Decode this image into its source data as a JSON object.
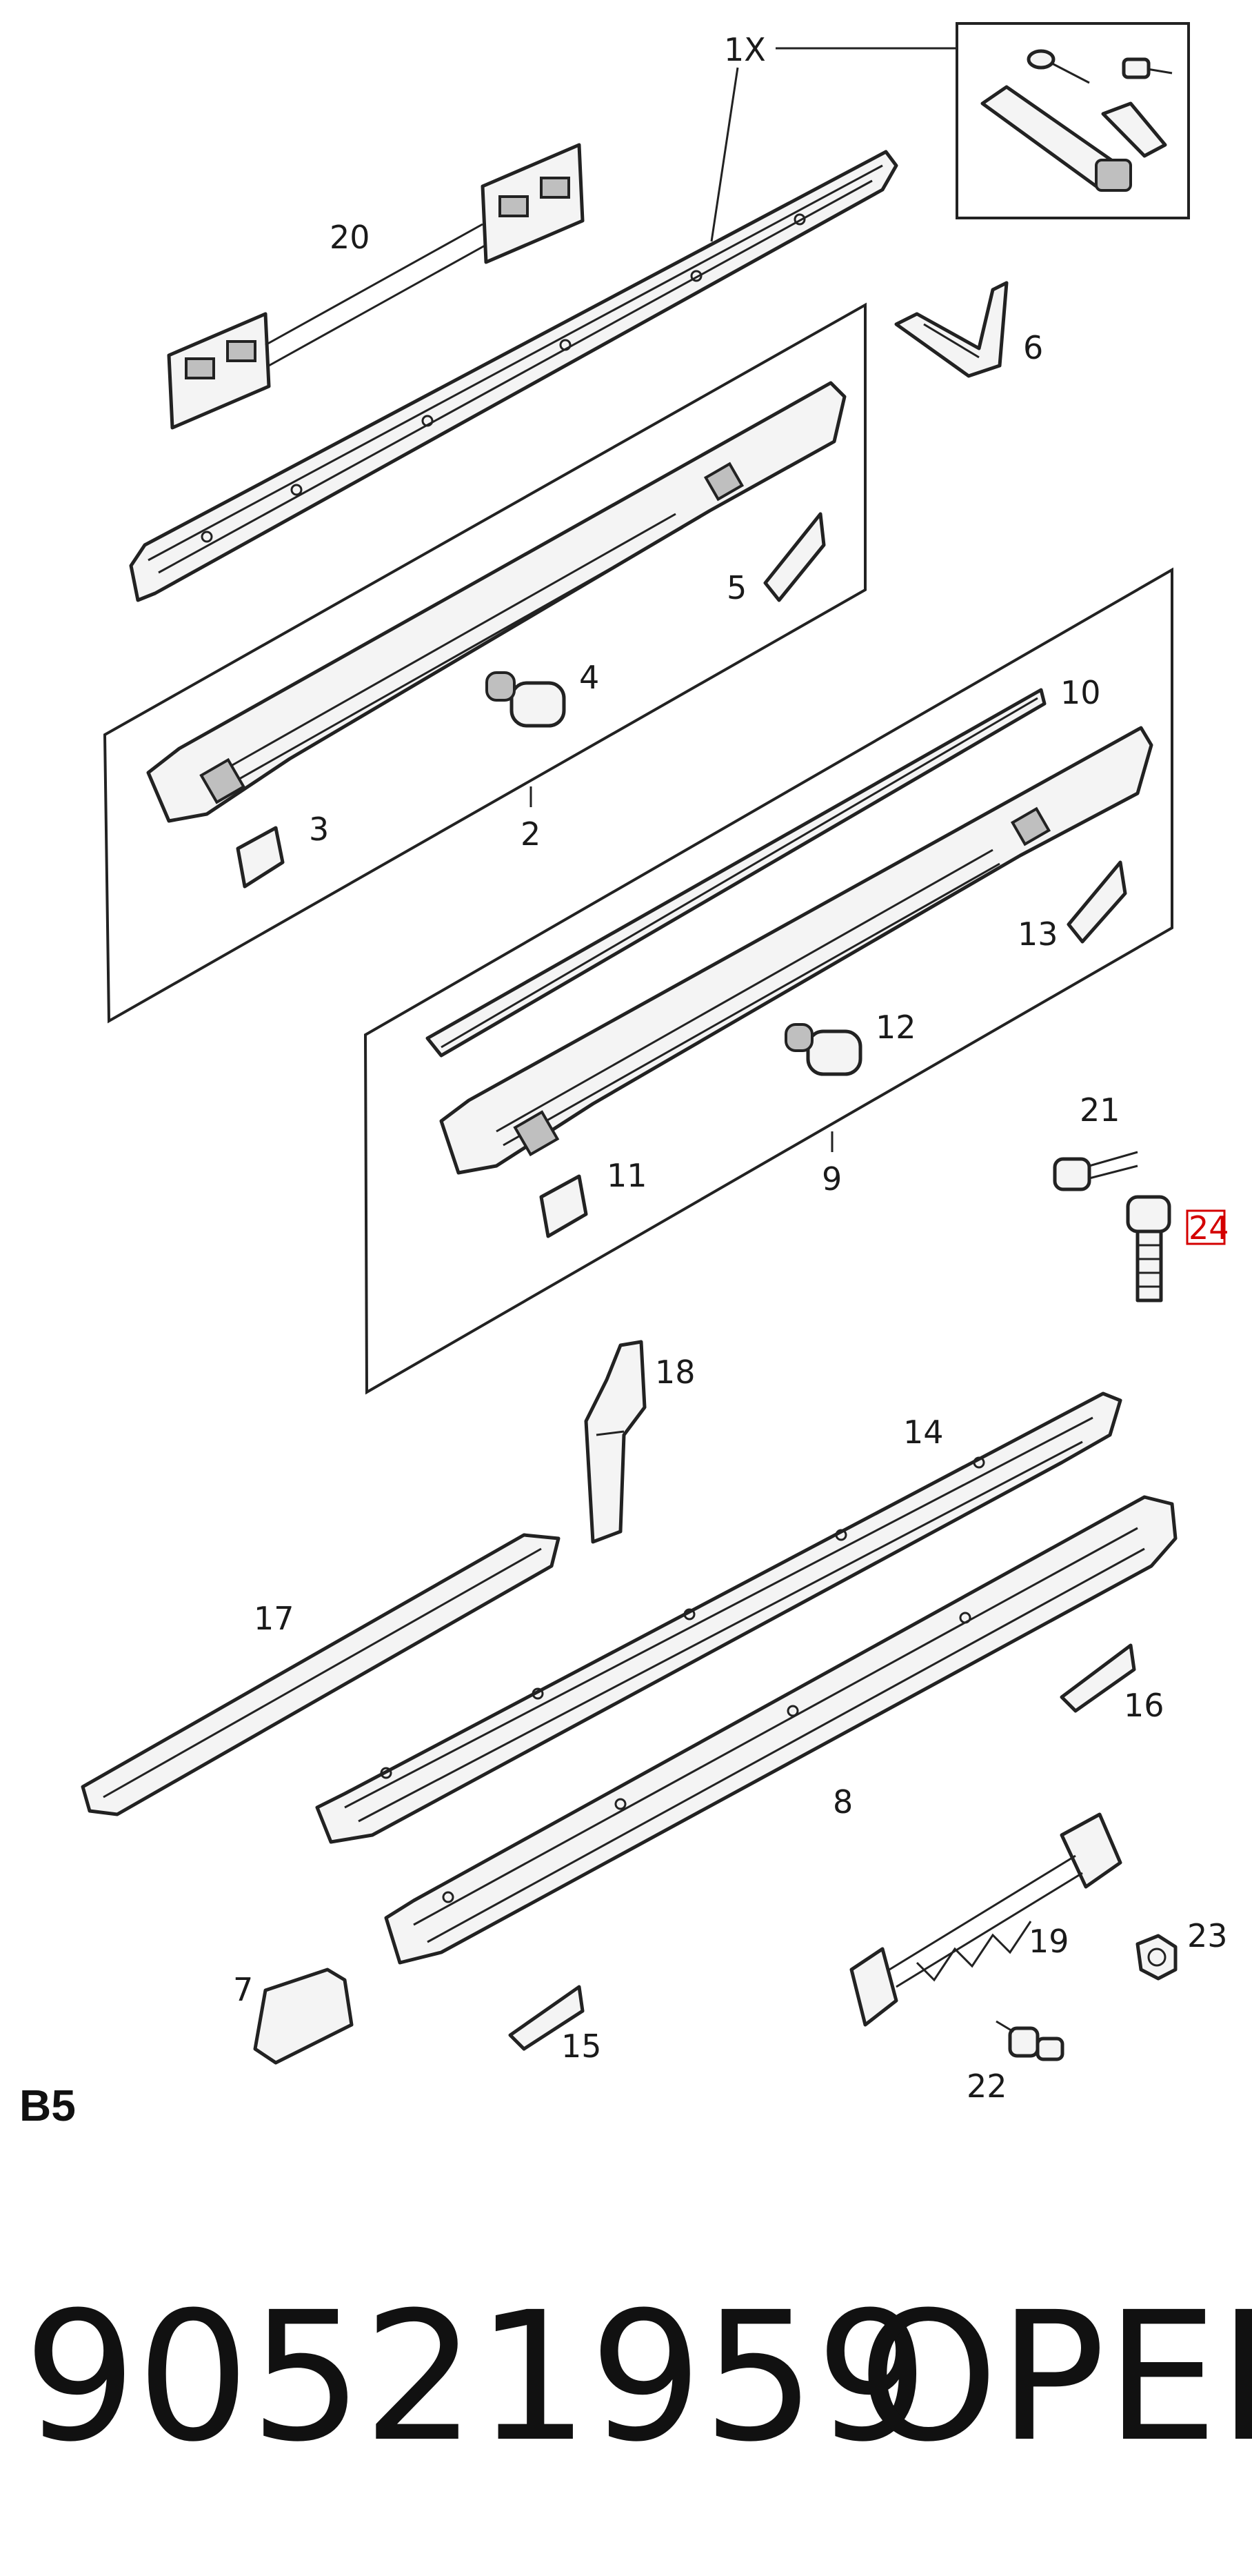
{
  "callouts": {
    "c1x": "1X",
    "c20": "20",
    "c6": "6",
    "c5": "5",
    "c4": "4",
    "c3": "3",
    "c2": "2",
    "c10": "10",
    "c13": "13",
    "c12": "12",
    "c11": "11",
    "c9": "9",
    "c21": "21",
    "c24": "24",
    "c18": "18",
    "c14": "14",
    "c17": "17",
    "c16": "16",
    "c8": "8",
    "c19": "19",
    "c23": "23",
    "c7": "7",
    "c15": "15",
    "c22": "22"
  },
  "section_label": "B5",
  "part_number": "90521959",
  "brand": "OPEL",
  "colors": {
    "highlight": "#d40000",
    "ink": "#222222"
  }
}
